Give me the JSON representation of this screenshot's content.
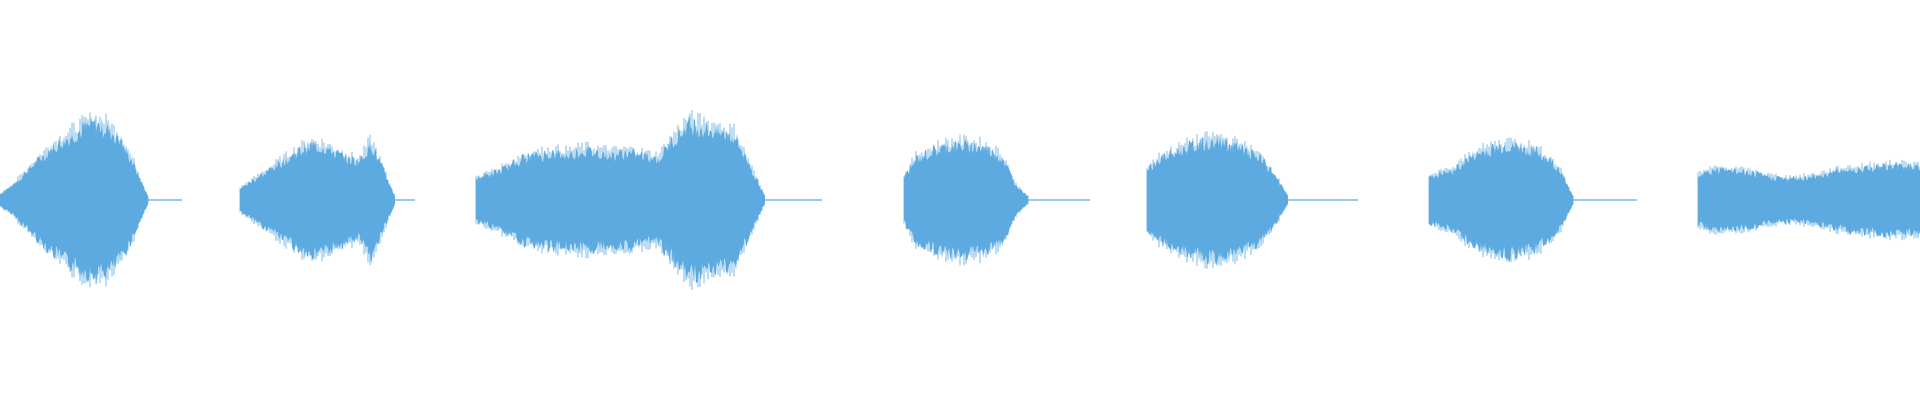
{
  "waveform": {
    "color": "#5DAAE0",
    "background": "#FFFFFF",
    "segments": [
      {
        "name": "segment-1",
        "shape": [
          0.08,
          0.2,
          0.38,
          0.55,
          0.7,
          0.82,
          0.92,
          1.0,
          0.95,
          0.78,
          0.45,
          0.05
        ]
      },
      {
        "name": "segment-2",
        "shape": [
          0.15,
          0.25,
          0.35,
          0.45,
          0.55,
          0.65,
          0.72,
          0.7,
          0.62,
          0.55,
          0.5,
          0.75,
          0.4,
          0.05
        ]
      },
      {
        "name": "segment-3",
        "shape": [
          0.28,
          0.35,
          0.42,
          0.55,
          0.58,
          0.62,
          0.6,
          0.65,
          0.63,
          0.6,
          0.62,
          0.58,
          0.55,
          0.8,
          1.0,
          0.95,
          0.9,
          0.85,
          0.45,
          0.05
        ]
      },
      {
        "name": "segment-4",
        "shape": [
          0.3,
          0.55,
          0.62,
          0.68,
          0.72,
          0.72,
          0.7,
          0.65,
          0.55,
          0.2,
          0.05
        ]
      },
      {
        "name": "segment-5",
        "shape": [
          0.4,
          0.55,
          0.62,
          0.7,
          0.75,
          0.78,
          0.72,
          0.65,
          0.55,
          0.35,
          0.05
        ]
      },
      {
        "name": "segment-6",
        "shape": [
          0.3,
          0.35,
          0.4,
          0.55,
          0.62,
          0.68,
          0.72,
          0.7,
          0.65,
          0.55,
          0.4,
          0.05
        ]
      },
      {
        "name": "segment-7",
        "shape": [
          0.32,
          0.4,
          0.38,
          0.35,
          0.3,
          0.28,
          0.3,
          0.35,
          0.4,
          0.42,
          0.44,
          0.45,
          0.44
        ]
      }
    ]
  }
}
